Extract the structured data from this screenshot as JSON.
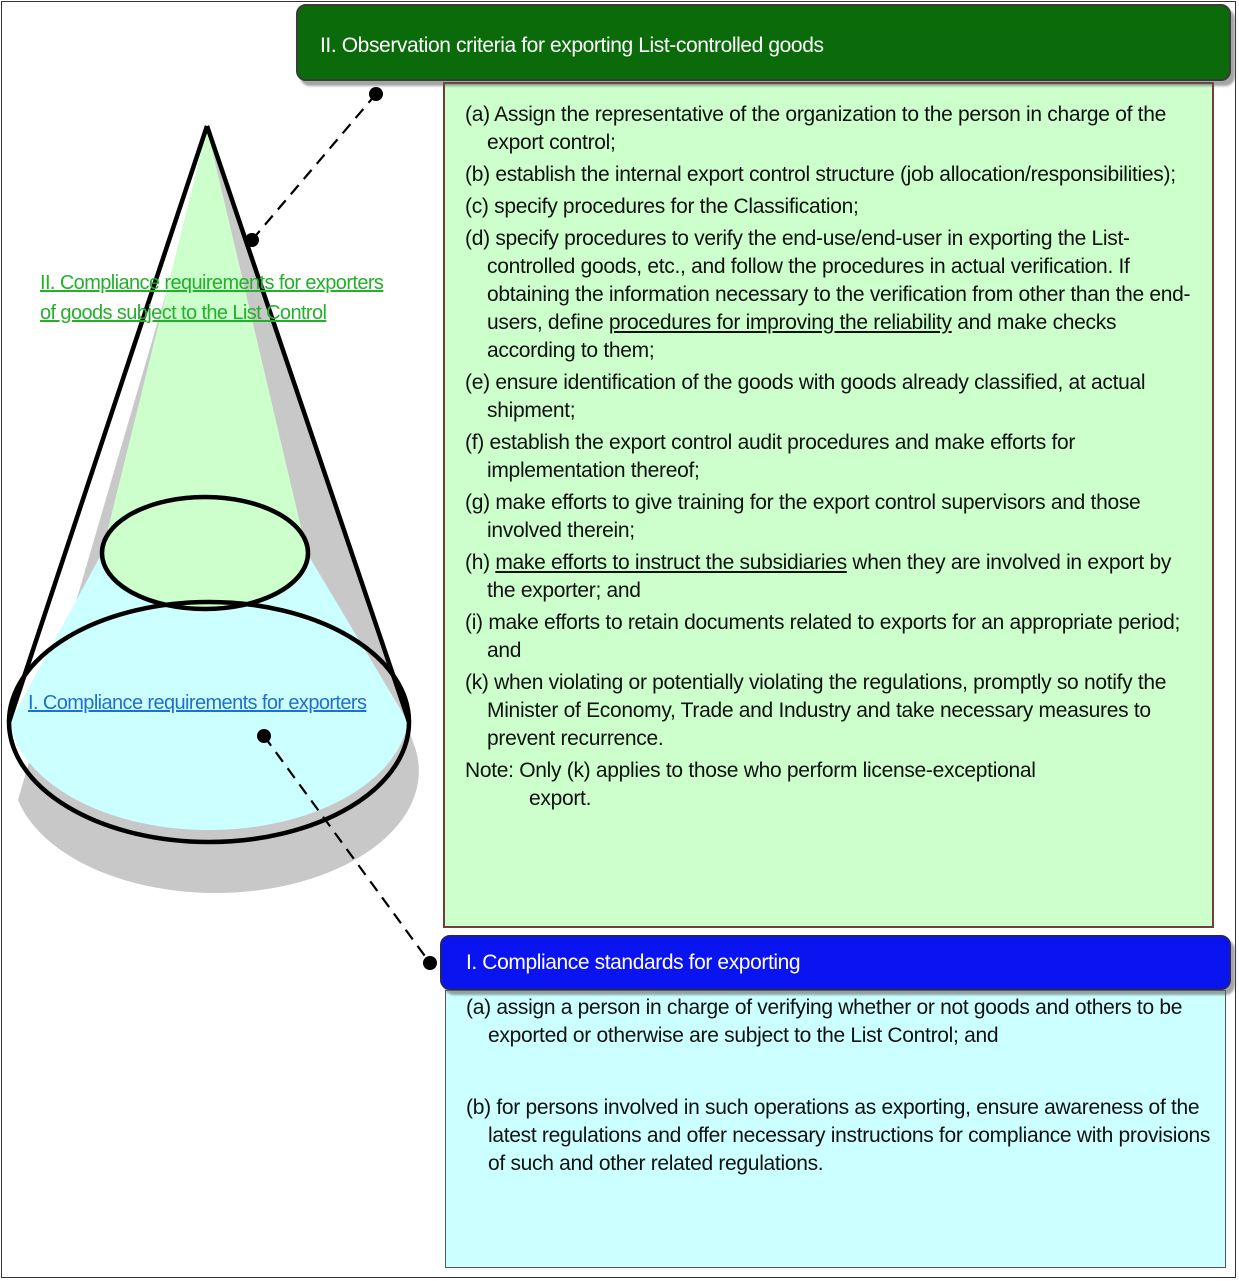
{
  "list_section": {
    "title": "II. Observation criteria for exporting List-controlled goods",
    "items": [
      {
        "prefix": "(a)",
        "text": "Assign the representative of the organization to the person in charge of the export control;"
      },
      {
        "prefix": "(b)",
        "text": "establish the internal export control structure (job allocation/responsibilities);"
      },
      {
        "prefix": "(c)",
        "text": "specify procedures for the Classification;"
      },
      {
        "prefix": "(d)",
        "text_before": "specify procedures to verify the end-use/end-user in exporting the List-controlled goods, etc., and follow the procedures in actual verification. If obtaining the information necessary to the verification from other than the end-users, define ",
        "underlined": "procedures for improving the reliability",
        "text_after": " and make checks according to them;"
      },
      {
        "prefix": "(e)",
        "text": "ensure identification of the goods with goods already classified, at actual shipment;"
      },
      {
        "prefix": "(f)",
        "text": "establish the export control audit procedures and make efforts for implementation thereof;"
      },
      {
        "prefix": "(g)",
        "text": "make efforts to give training for the export control supervisors and those involved therein;"
      },
      {
        "prefix": "(h)",
        "underlined": "make efforts to instruct the subsidiaries",
        "text_after": " when they are involved in export by the exporter; and"
      },
      {
        "prefix": "(i)",
        "text": "make efforts to retain documents related to exports for an appropriate period; and"
      },
      {
        "prefix": "(k)",
        "text": "when violating or potentially violating the regulations, promptly so notify the Minister of Economy, Trade and Industry and take necessary measures to prevent recurrence."
      }
    ],
    "note_label": "Note:",
    "note_text": "Only (k) applies to those who perform license-exceptional",
    "note_cont": "export."
  },
  "basic_section": {
    "title": "I. Compliance standards for exporting",
    "items": [
      {
        "prefix": "(a)",
        "text": "assign a person in charge of verifying whether or not goods and others to be exported or otherwise are subject to the List Control; and"
      },
      {
        "prefix": "(b)",
        "text": "for persons involved in such operations as exporting, ensure awareness of the latest regulations and offer necessary instructions for compliance with provisions of such and other related regulations."
      }
    ]
  },
  "cone_labels": {
    "list": "II. Compliance requirements for exporters of goods subject to the List Control",
    "basic": "I. Compliance requirements for exporters"
  },
  "colors": {
    "green_header": "#0b6b0b",
    "green_panel": "#ccffcc",
    "blue_header": "#0a14f0",
    "cyan_panel": "#ccffff",
    "cone_top": "#ccffcc",
    "cone_bottom": "#ccffff",
    "label_green": "#23b02a",
    "label_blue": "#1f6fd0"
  }
}
